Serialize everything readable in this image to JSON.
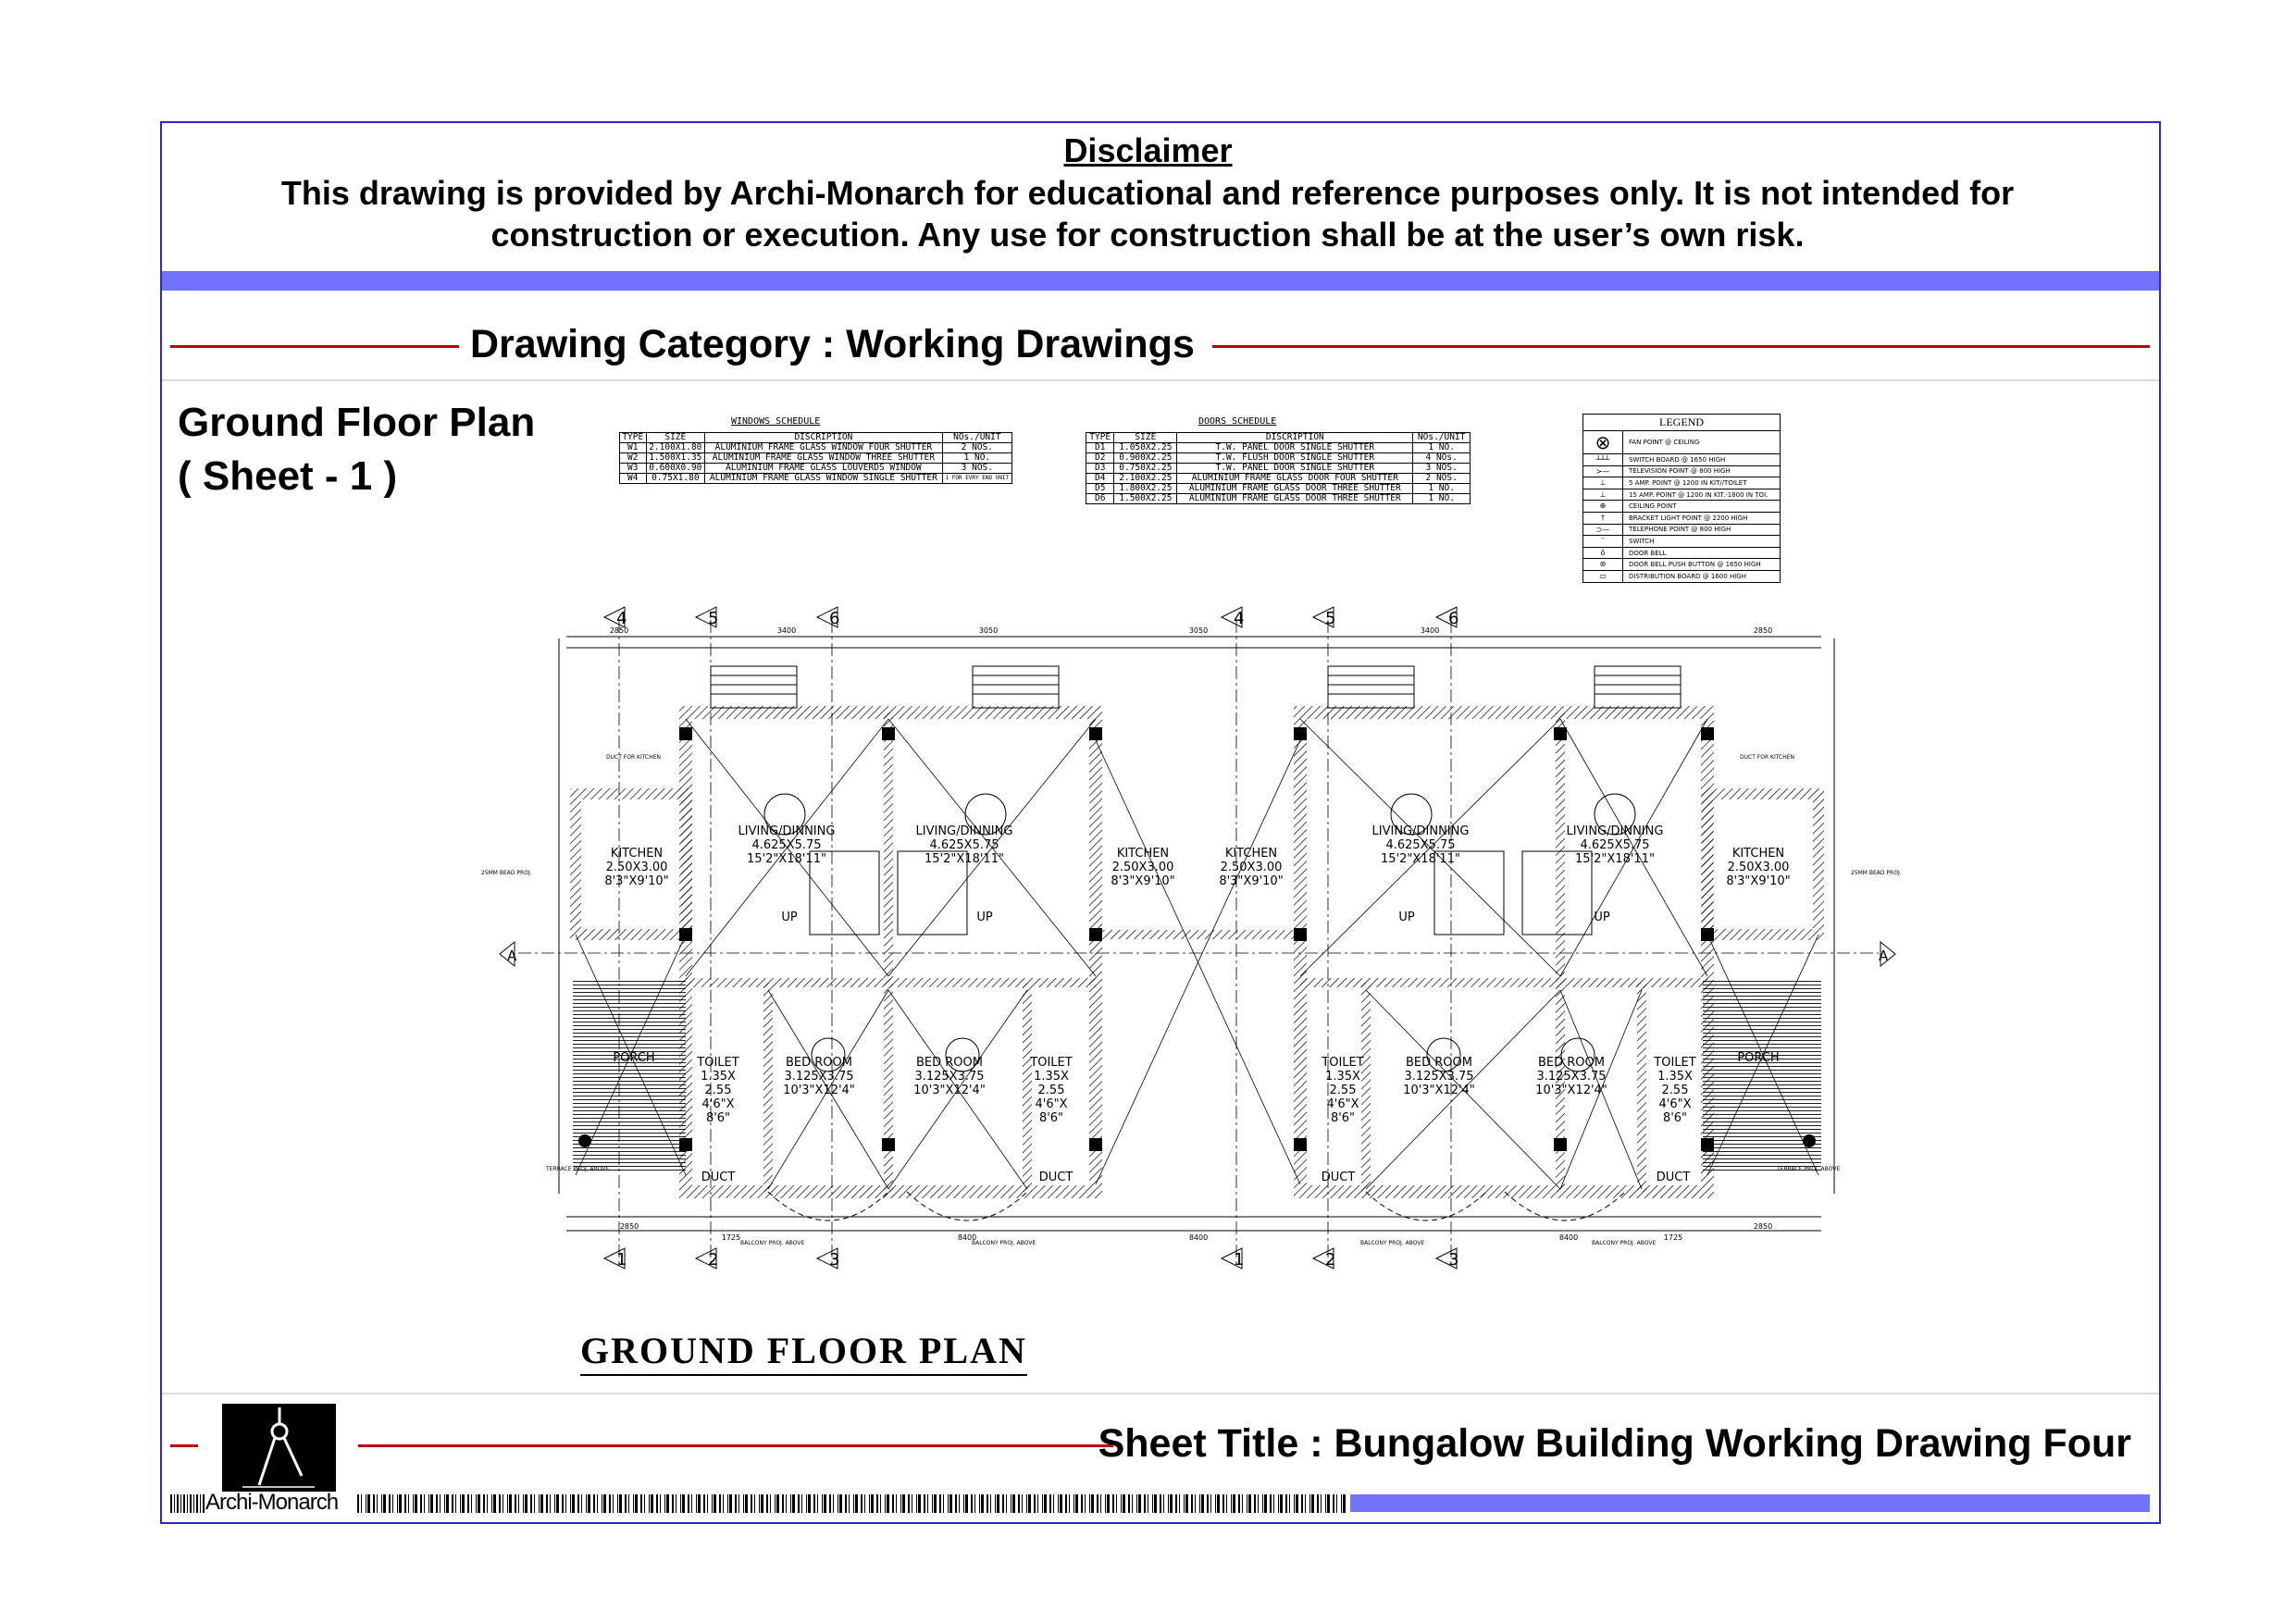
{
  "disclaimer": {
    "title": "Disclaimer",
    "line1": "This drawing is provided by Archi-Monarch for educational and reference purposes only. It is not intended for",
    "line2": "construction or execution. Any use for construction shall be at the user’s own risk."
  },
  "category": "Drawing Category : Working Drawings",
  "plan_title": {
    "line1": "Ground Floor Plan",
    "line2": "( Sheet - 1 )"
  },
  "windows_schedule": {
    "caption": "WINDOWS SCHEDULE",
    "headers": [
      "TYPE",
      "SIZE",
      "DISCRIPTION",
      "NOs./UNIT"
    ],
    "rows": [
      [
        "W1",
        "2.100X1.80",
        "ALUMINIUM FRAME GLASS WINDOW FOUR SHUTTER",
        "2 NOS."
      ],
      [
        "W2",
        "1.500X1.35",
        "ALUMINIUM FRAME GLASS WINDOW THREE SHUTTER",
        "1 NO."
      ],
      [
        "W3",
        "0.600X0.90",
        "ALUMINIUM FRAME GLASS LOUVERDS WINDOW",
        "3 NOS."
      ],
      [
        "W4",
        "0.75X1.80",
        "ALUMINIUM FRAME GLASS WINDOW SINGLE SHUTTER",
        "1 FOR EVRY END UNIT"
      ]
    ]
  },
  "doors_schedule": {
    "caption": "DOORS SCHEDULE",
    "headers": [
      "TYPE",
      "SIZE",
      "DISCRIPTION",
      "NOs./UNIT"
    ],
    "rows": [
      [
        "D1",
        "1.050X2.25",
        "T.W. PANEL DOOR SINGLE SHUTTER",
        "1 NO."
      ],
      [
        "D2",
        "0.900X2.25",
        "T.W. FLUSH DOOR SINGLE SHUTTER",
        "4 NOs."
      ],
      [
        "D3",
        "0.750X2.25",
        "T.W. PANEL DOOR SINGLE SHUTTER",
        "3 NOS."
      ],
      [
        "D4",
        "2.100X2.25",
        "ALUMINIUM FRAME GLASS DOOR FOUR SHUTTER",
        "2 NOS."
      ],
      [
        "D5",
        "1.800X2.25",
        "ALUMINIUM FRAME GLASS DOOR THREE SHUTTER",
        "1 NO."
      ],
      [
        "D6",
        "1.500X2.25",
        "ALUMINIUM FRAME GLASS DOOR THREE SHUTTER",
        "1 NO."
      ]
    ]
  },
  "legend": {
    "title": "LEGEND",
    "items": [
      {
        "icon": "fan-icon",
        "symbol": "⊗",
        "label": "FAN POINT @ CEILING"
      },
      {
        "icon": "switch-board-icon",
        "symbol": "┴┴┴",
        "label": "SWITCH BOARD @ 1650 HIGH"
      },
      {
        "icon": "television-icon",
        "symbol": "≻—",
        "label": "TELEVISION POINT @ 800 HIGH"
      },
      {
        "icon": "socket-5a-icon",
        "symbol": "⊥",
        "label": "5 AMP. POINT @ 1200 IN KIT//TOILET"
      },
      {
        "icon": "socket-15a-icon",
        "symbol": "⊥",
        "label": "15 AMP. POINT @ 1200 IN KIT.-1800 IN TOI."
      },
      {
        "icon": "ceiling-point-icon",
        "symbol": "⊕",
        "label": "CEILING POINT"
      },
      {
        "icon": "bracket-light-icon",
        "symbol": "†",
        "label": "BRACKET LIGHT POINT @ 2200 HIGH"
      },
      {
        "icon": "telephone-icon",
        "symbol": "⊃—",
        "label": "TELEPHONE POINT @ 800 HIGH"
      },
      {
        "icon": "switch-icon",
        "symbol": "′′",
        "label": "SWITCH"
      },
      {
        "icon": "door-bell-icon",
        "symbol": "ǒ",
        "label": "DOOR BELL"
      },
      {
        "icon": "bell-push-icon",
        "symbol": "⊛",
        "label": "DOOR BELL PUSH BUTTON @ 1650 HIGH"
      },
      {
        "icon": "distribution-board-icon",
        "symbol": "▭",
        "label": "DISTRIBUTION BOARD @ 1600 HIGH"
      }
    ]
  },
  "plan": {
    "rooms": {
      "kitchen": [
        "KITCHEN",
        "2.50X3.00",
        "8'3\"X9'10\""
      ],
      "living": [
        "LIVING/DINNING",
        "4.625X5.75",
        "15'2\"X18'11\""
      ],
      "bedroom": [
        "BED ROOM",
        "3.125X3.75",
        "10'3\"X12'4\""
      ],
      "toilet": [
        "TOILET",
        "1.35X",
        "2.55",
        "4'6\"X",
        "8'6\""
      ],
      "porch": "PORCH",
      "duct": "DUCT",
      "up": "UP"
    },
    "section_marker": "A",
    "grid_top": [
      "4",
      "5",
      "6"
    ],
    "grid_bottom": [
      "1",
      "2",
      "3"
    ],
    "dims_top": [
      "2850",
      "3400",
      "3050",
      "3400",
      "2850"
    ],
    "dims_bottom": [
      "2850",
      "1725",
      "8400",
      "1725",
      "2850"
    ],
    "notes": {
      "balcony": "BALCONY PROJ. ABOVE",
      "terrace": "TERRACE PROJ. ABOVE",
      "beam": "25MM BEAD PROJ.",
      "duct_kitchen": "DUCT FOR KITCHEN"
    }
  },
  "drawing_title": "GROUND FLOOR PLAN",
  "brand": "Archi-Monarch",
  "sheet_title": "Sheet Title : Bungalow Building Working Drawing Four"
}
